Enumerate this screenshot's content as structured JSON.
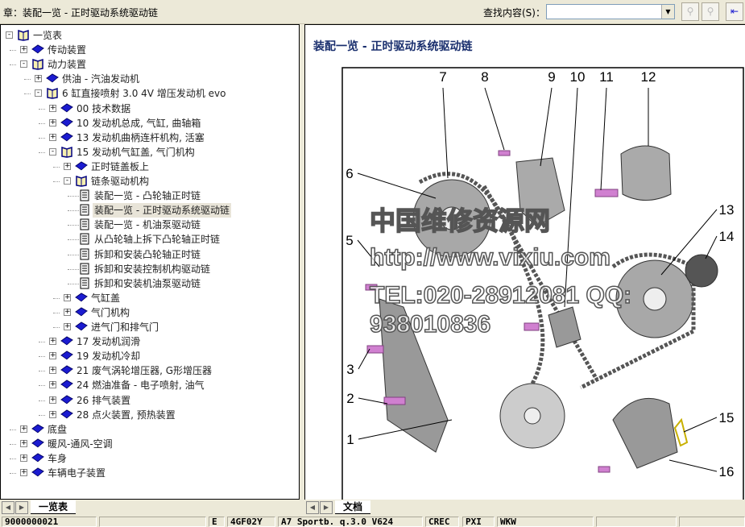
{
  "header": {
    "chapter": "章：装配一览 - 正时驱动系统驱动链",
    "search_label": "查找内容(S)：",
    "search_value": "",
    "buttons": [
      "find-next",
      "find-previous",
      "sync-toc"
    ]
  },
  "tree": [
    {
      "level": 0,
      "exp": "-",
      "icon": "open",
      "label": "一览表"
    },
    {
      "level": 1,
      "exp": "+",
      "icon": "book",
      "label": "传动装置"
    },
    {
      "level": 1,
      "exp": "-",
      "icon": "open",
      "label": "动力装置"
    },
    {
      "level": 2,
      "exp": "+",
      "icon": "book",
      "label": "供油 - 汽油发动机"
    },
    {
      "level": 2,
      "exp": "-",
      "icon": "open",
      "label": "6 缸直接喷射 3.0 4V 增压发动机 evo"
    },
    {
      "level": 3,
      "exp": "+",
      "icon": "book",
      "label": "00 技术数据"
    },
    {
      "level": 3,
      "exp": "+",
      "icon": "book",
      "label": "10 发动机总成, 气缸, 曲轴箱"
    },
    {
      "level": 3,
      "exp": "+",
      "icon": "book",
      "label": "13 发动机曲柄连杆机构, 活塞"
    },
    {
      "level": 3,
      "exp": "-",
      "icon": "open",
      "label": "15 发动机气缸盖, 气门机构"
    },
    {
      "level": 4,
      "exp": "+",
      "icon": "book",
      "label": "正时链盖板上"
    },
    {
      "level": 4,
      "exp": "-",
      "icon": "open",
      "label": "链条驱动机构"
    },
    {
      "level": 5,
      "exp": "",
      "icon": "page",
      "label": "装配一览 - 凸轮轴正时链"
    },
    {
      "level": 5,
      "exp": "",
      "icon": "page",
      "label": "装配一览 - 正时驱动系统驱动链",
      "selected": true
    },
    {
      "level": 5,
      "exp": "",
      "icon": "page",
      "label": "装配一览 - 机油泵驱动链"
    },
    {
      "level": 5,
      "exp": "",
      "icon": "page",
      "label": "从凸轮轴上拆下凸轮轴正时链"
    },
    {
      "level": 5,
      "exp": "",
      "icon": "page",
      "label": "拆卸和安装凸轮轴正时链"
    },
    {
      "level": 5,
      "exp": "",
      "icon": "page",
      "label": "拆卸和安装控制机构驱动链"
    },
    {
      "level": 5,
      "exp": "",
      "icon": "page",
      "label": "拆卸和安装机油泵驱动链"
    },
    {
      "level": 4,
      "exp": "+",
      "icon": "book",
      "label": "气缸盖"
    },
    {
      "level": 4,
      "exp": "+",
      "icon": "book",
      "label": "气门机构"
    },
    {
      "level": 4,
      "exp": "+",
      "icon": "book",
      "label": "进气门和排气门"
    },
    {
      "level": 3,
      "exp": "+",
      "icon": "book",
      "label": "17 发动机润滑"
    },
    {
      "level": 3,
      "exp": "+",
      "icon": "book",
      "label": "19 发动机冷却"
    },
    {
      "level": 3,
      "exp": "+",
      "icon": "book",
      "label": "21 废气涡轮增压器, G形增压器"
    },
    {
      "level": 3,
      "exp": "+",
      "icon": "book",
      "label": "24 燃油准备 - 电子喷射, 油气"
    },
    {
      "level": 3,
      "exp": "+",
      "icon": "book",
      "label": "26 排气装置"
    },
    {
      "level": 3,
      "exp": "+",
      "icon": "book",
      "label": "28 点火装置, 预热装置"
    },
    {
      "level": 1,
      "exp": "+",
      "icon": "book",
      "label": "底盘"
    },
    {
      "level": 1,
      "exp": "+",
      "icon": "book",
      "label": "暖风-通风-空调"
    },
    {
      "level": 1,
      "exp": "+",
      "icon": "book",
      "label": "车身"
    },
    {
      "level": 1,
      "exp": "+",
      "icon": "book",
      "label": "车辆电子装置"
    }
  ],
  "left_tab": "一览表",
  "right_tab": "文档",
  "document": {
    "title": "装配一览 - 正时驱动系统驱动链",
    "callouts": [
      "1",
      "2",
      "3",
      "5",
      "6",
      "7",
      "8",
      "9",
      "10",
      "11",
      "12",
      "13",
      "14",
      "15",
      "16"
    ]
  },
  "watermark": {
    "line1": "中国维修资源网",
    "line2": "http://www.vixiu.com",
    "line3": "TEL:020-28912081 QQ: 938010836"
  },
  "status": [
    "9000000021",
    "",
    "E",
    "4GF02Y",
    "A7 Sportb. q.3.0 V624",
    "CREC",
    "PXI",
    "WKW",
    "",
    "",
    ""
  ],
  "colors": {
    "title": "#1a2f6e",
    "book": "#1b1bd0",
    "bolt": "#d080d0"
  }
}
